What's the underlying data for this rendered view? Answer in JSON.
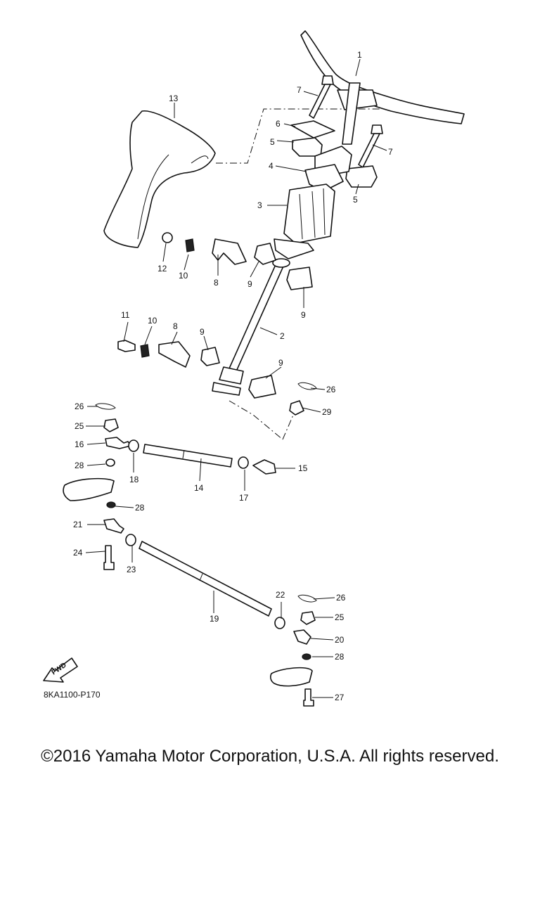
{
  "diagram": {
    "code": "8KA1100-P170",
    "fwd_label": "FWD",
    "callouts": [
      "1",
      "7",
      "13",
      "6",
      "5",
      "7",
      "4",
      "5",
      "3",
      "12",
      "10",
      "8",
      "9",
      "9",
      "2",
      "11",
      "10",
      "8",
      "9",
      "9",
      "26",
      "26",
      "29",
      "25",
      "16",
      "15",
      "28",
      "18",
      "14",
      "17",
      "28",
      "21",
      "24",
      "23",
      "22",
      "26",
      "25",
      "19",
      "20",
      "28",
      "27"
    ]
  },
  "footer": {
    "copyright": "©2016 Yamaha Motor Corporation, U.S.A. All rights reserved."
  }
}
